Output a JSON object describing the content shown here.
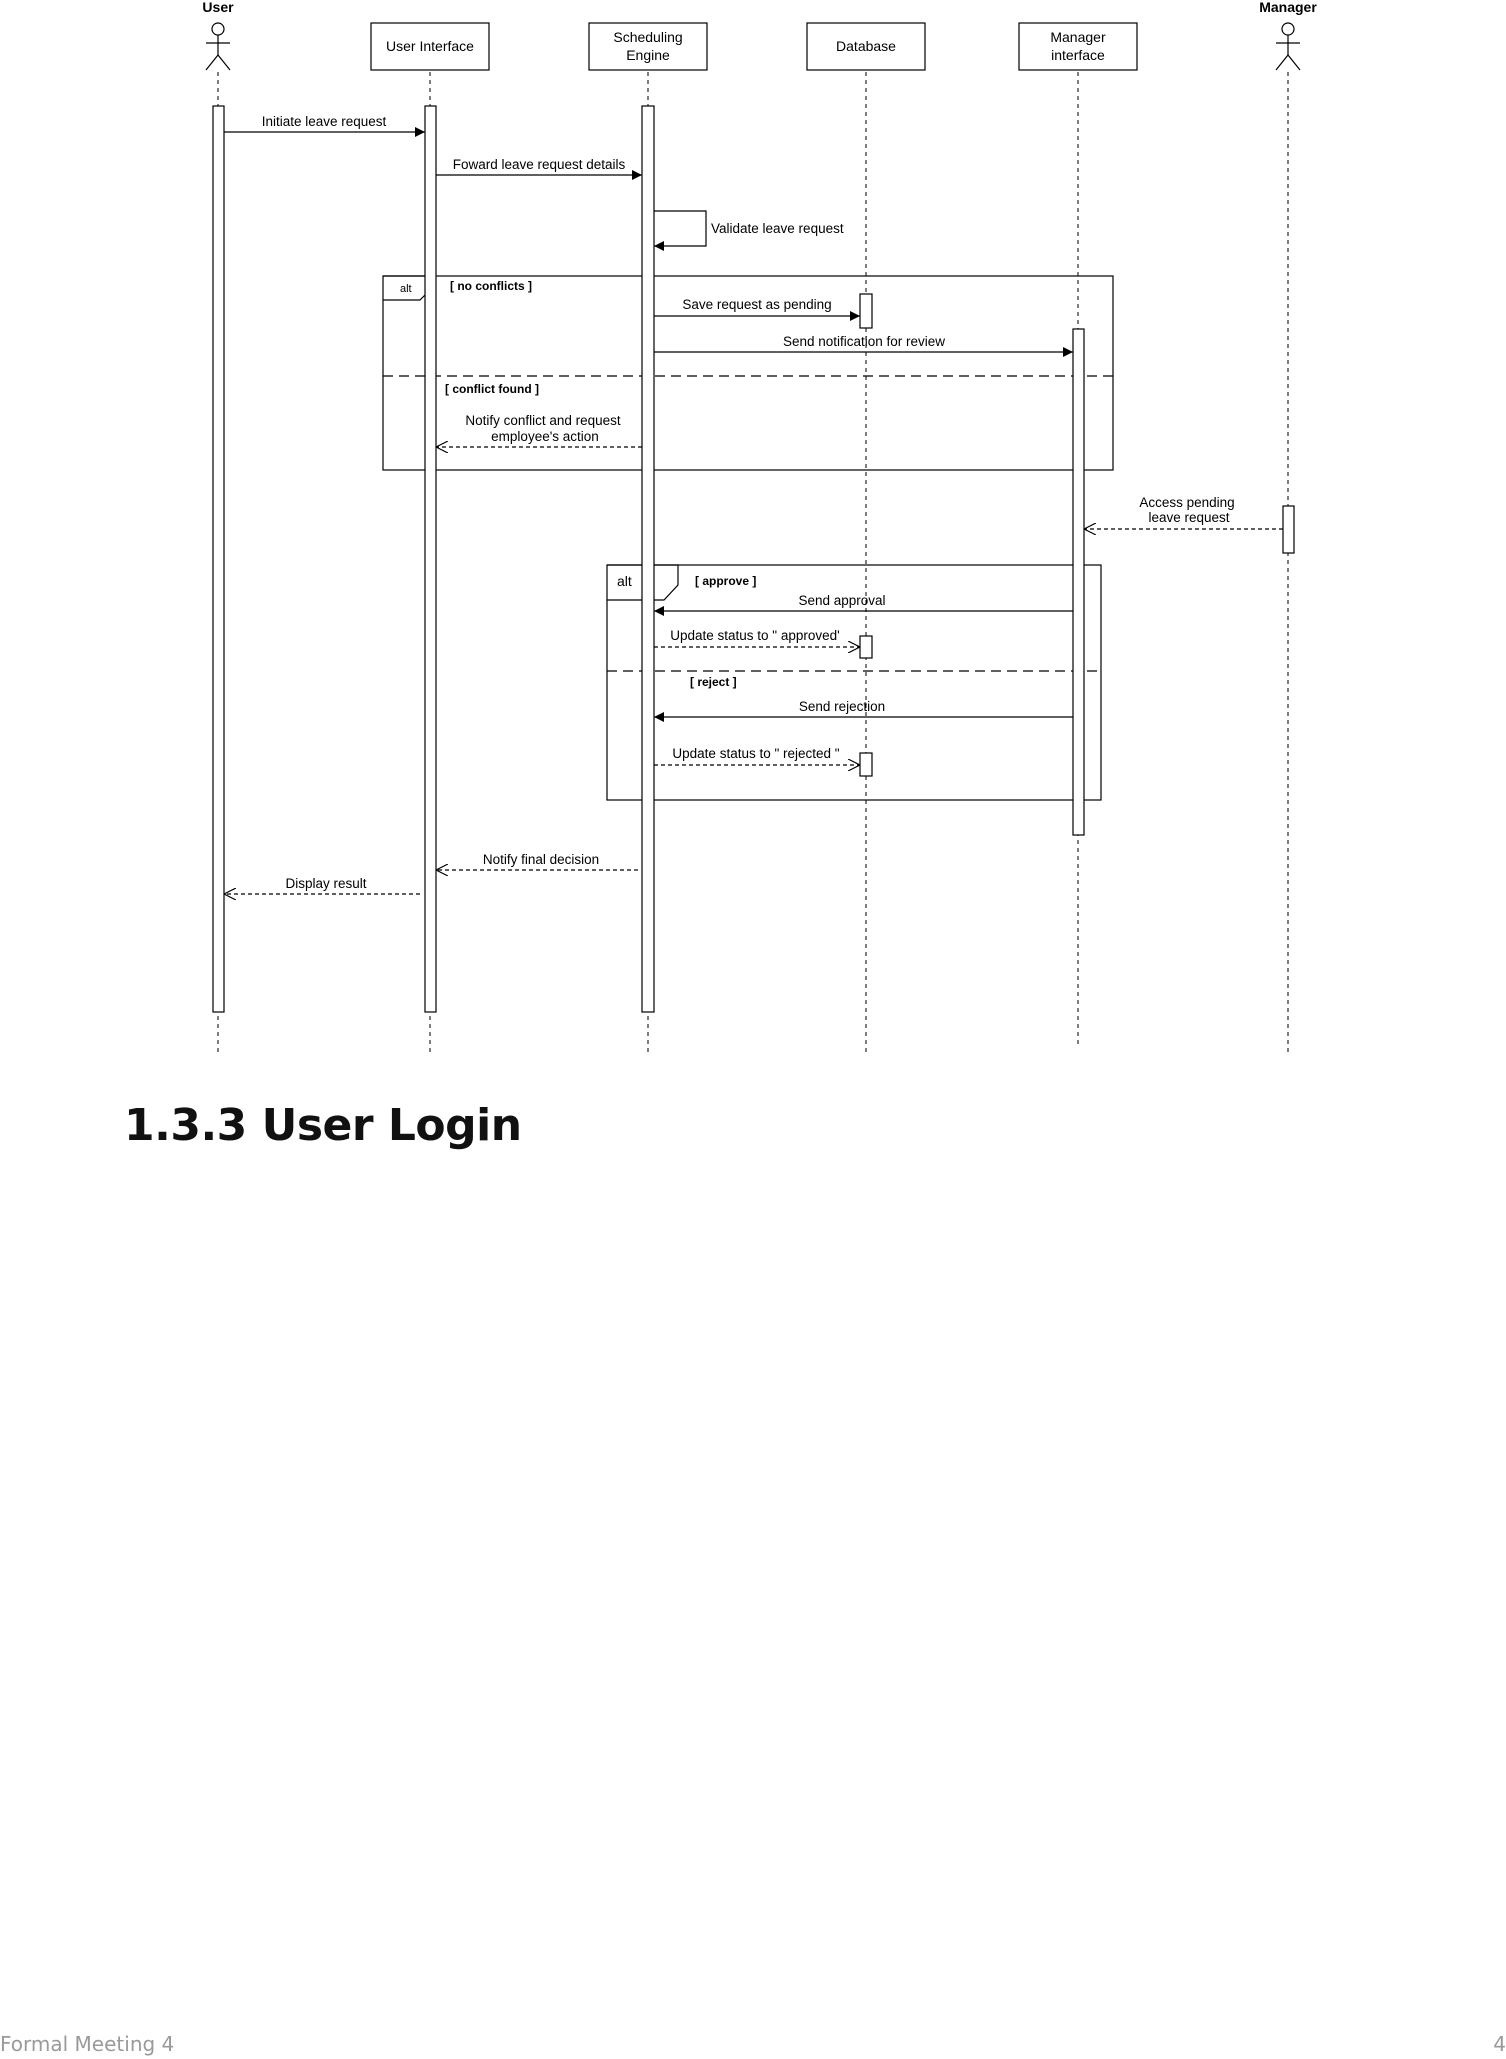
{
  "diagram": {
    "actors": {
      "user": "User",
      "manager": "Manager"
    },
    "participants": {
      "ui": "User Interface",
      "engine_line1": "Scheduling",
      "engine_line2": "Engine",
      "db": "Database",
      "mgr_line1": "Manager",
      "mgr_line2": "interface"
    },
    "messages": {
      "m1": "Initiate leave request",
      "m2": "Foward leave request details",
      "m3": "Validate leave request",
      "m4": "Save request as pending",
      "m5": "Send notification for review",
      "m6_line1": "Notify conflict and request",
      "m6_line2": "employee's action",
      "m7_line1": "Access pending",
      "m7_line2": "leave request",
      "m8": "Send approval",
      "m9": "Update status to \" approved'",
      "m10": "Send rejection",
      "m11": "Update status to \" rejected \"",
      "m12": "Notify final decision",
      "m13": "Display result"
    },
    "fragments": {
      "alt1_label": "alt",
      "alt1_guard1": "[ no conflicts ]",
      "alt1_guard2": "[ conflict found ]",
      "alt2_label": "alt",
      "alt2_guard1": "[ approve ]",
      "alt2_guard2": "[ reject ]"
    }
  },
  "section": {
    "heading": "1.3.3 User Login"
  },
  "footer": {
    "title": "Formal Meeting 4",
    "page": "4"
  }
}
